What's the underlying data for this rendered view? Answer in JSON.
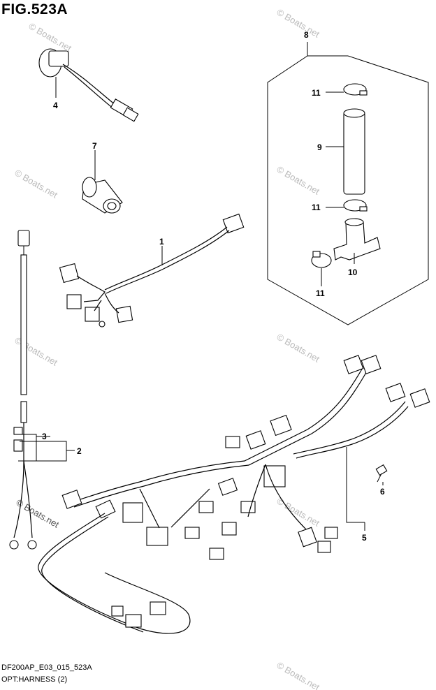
{
  "figure": {
    "title": "FIG.523A",
    "code": "DF200AP_E03_015_523A",
    "name": "OPT:HARNESS (2)"
  },
  "callouts": {
    "c1": "1",
    "c2": "2",
    "c3": "3",
    "c4": "4",
    "c5": "5",
    "c6": "6",
    "c7": "7",
    "c8": "8",
    "c9": "9",
    "c10": "10",
    "c11a": "11",
    "c11b": "11",
    "c11c": "11"
  },
  "watermark": {
    "text": "© Boats.net"
  }
}
